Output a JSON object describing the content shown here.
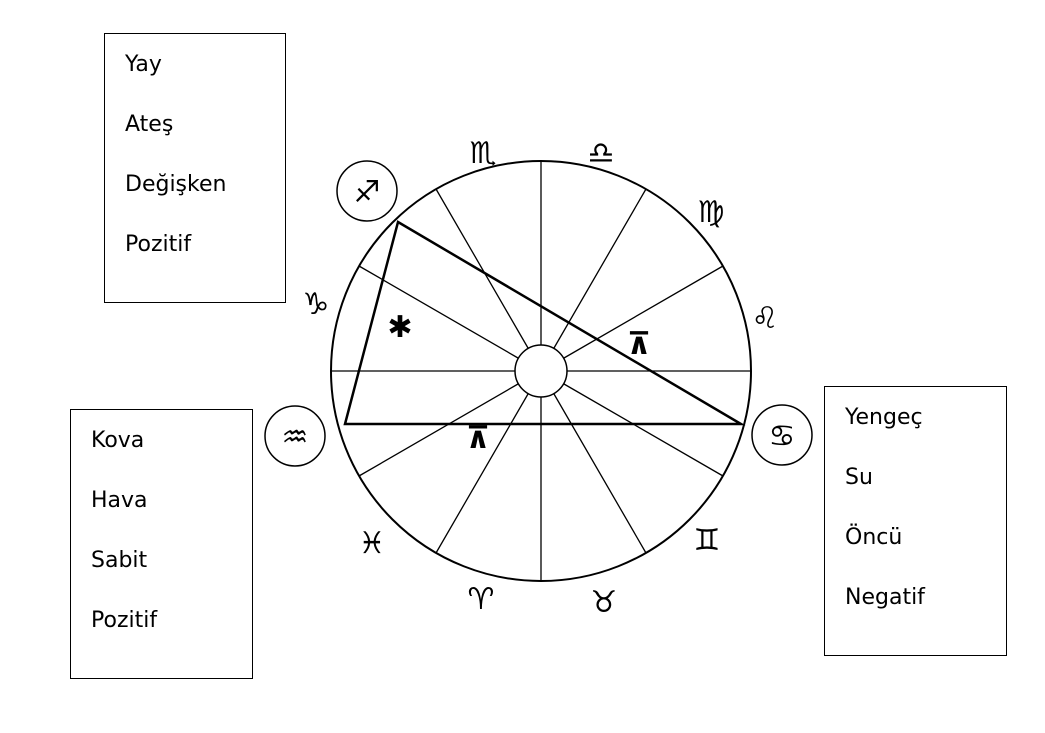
{
  "boxes": {
    "sagittarius": {
      "lines": [
        "Yay",
        "Ateş",
        "Değişken",
        "Pozitif"
      ]
    },
    "aquarius": {
      "lines": [
        "Kova",
        "Hava",
        "Sabit",
        "Pozitif"
      ]
    },
    "cancer": {
      "lines": [
        "Yengeç",
        "Su",
        "Öncü",
        "Negatif"
      ]
    }
  },
  "wheel": {
    "glyphs": {
      "scorpio": "♏",
      "libra": "♎",
      "virgo": "♍",
      "leo": "♌",
      "cancer": "♋",
      "gemini": "♊",
      "taurus": "♉",
      "aries": "♈",
      "pisces": "♓",
      "aquarius": "♒",
      "capricorn": "♑",
      "sagittarius": "♐"
    },
    "aspects": {
      "sextile": "✱",
      "quincunx_top": "⊼",
      "quincunx_bottom": "⊼"
    }
  }
}
